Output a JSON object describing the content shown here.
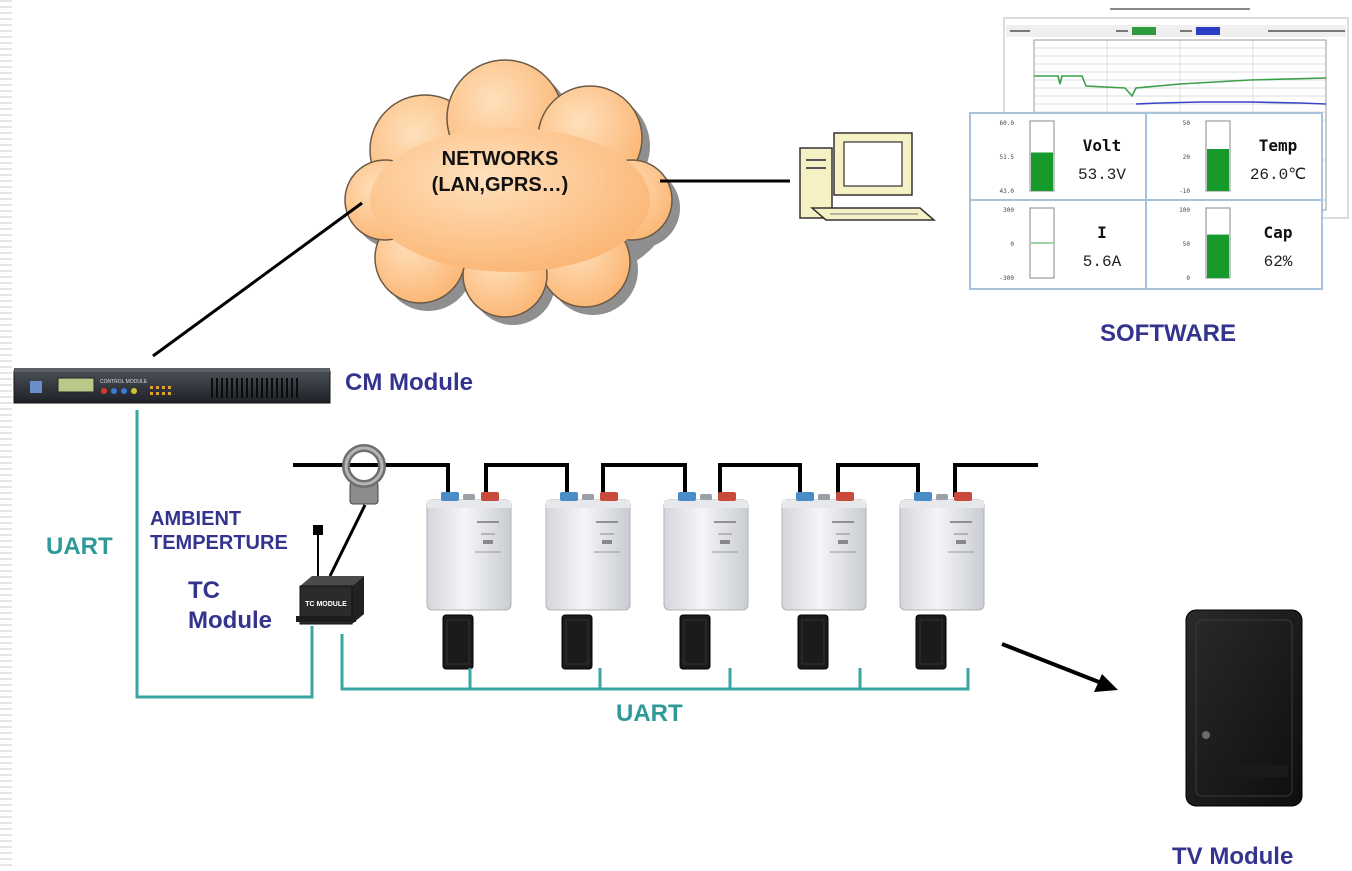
{
  "cloud": {
    "line1": "NETWORKS",
    "line2": "(LAN,GPRS…)"
  },
  "labels": {
    "software": "SOFTWARE",
    "cm_module": "CM Module",
    "uart_left": "UART",
    "uart_bottom": "UART",
    "ambient_line1": "AMBIENT",
    "ambient_line2": "TEMPERTURE",
    "tc_line1": "TC",
    "tc_line2": "Module",
    "tv_module": "TV Module"
  },
  "cm_panel": {
    "title": "CONTROL MODULE"
  },
  "tc_box": {
    "label": "TC MODULE"
  },
  "software_panel": {
    "gauges": [
      {
        "name": "Volt",
        "value": "53.3V",
        "top": "60.0",
        "mid": "51.5",
        "bottom": "43.0",
        "fill": 0.55
      },
      {
        "name": "Temp",
        "value": "26.0℃",
        "top": "50",
        "mid": "20",
        "bottom": "-10",
        "fill": 0.6
      },
      {
        "name": "I",
        "value": "5.6A",
        "top": "300",
        "mid": "0",
        "bottom": "-300",
        "fill": 0.0
      },
      {
        "name": "Cap",
        "value": "62%",
        "top": "100",
        "mid": "50",
        "bottom": "0",
        "fill": 0.62
      }
    ]
  },
  "colors": {
    "label_navy": "#34348f",
    "uart_teal": "#2f9a97",
    "cloud_fill": "#fcc48c",
    "gauge_green": "#169a2c",
    "chart_green": "#3aa04a",
    "chart_blue": "#3a46c8"
  },
  "icons": [
    "cloud-icon",
    "computer-icon",
    "rack-module-icon",
    "current-sensor-icon",
    "battery-icon",
    "tv-module-icon"
  ]
}
